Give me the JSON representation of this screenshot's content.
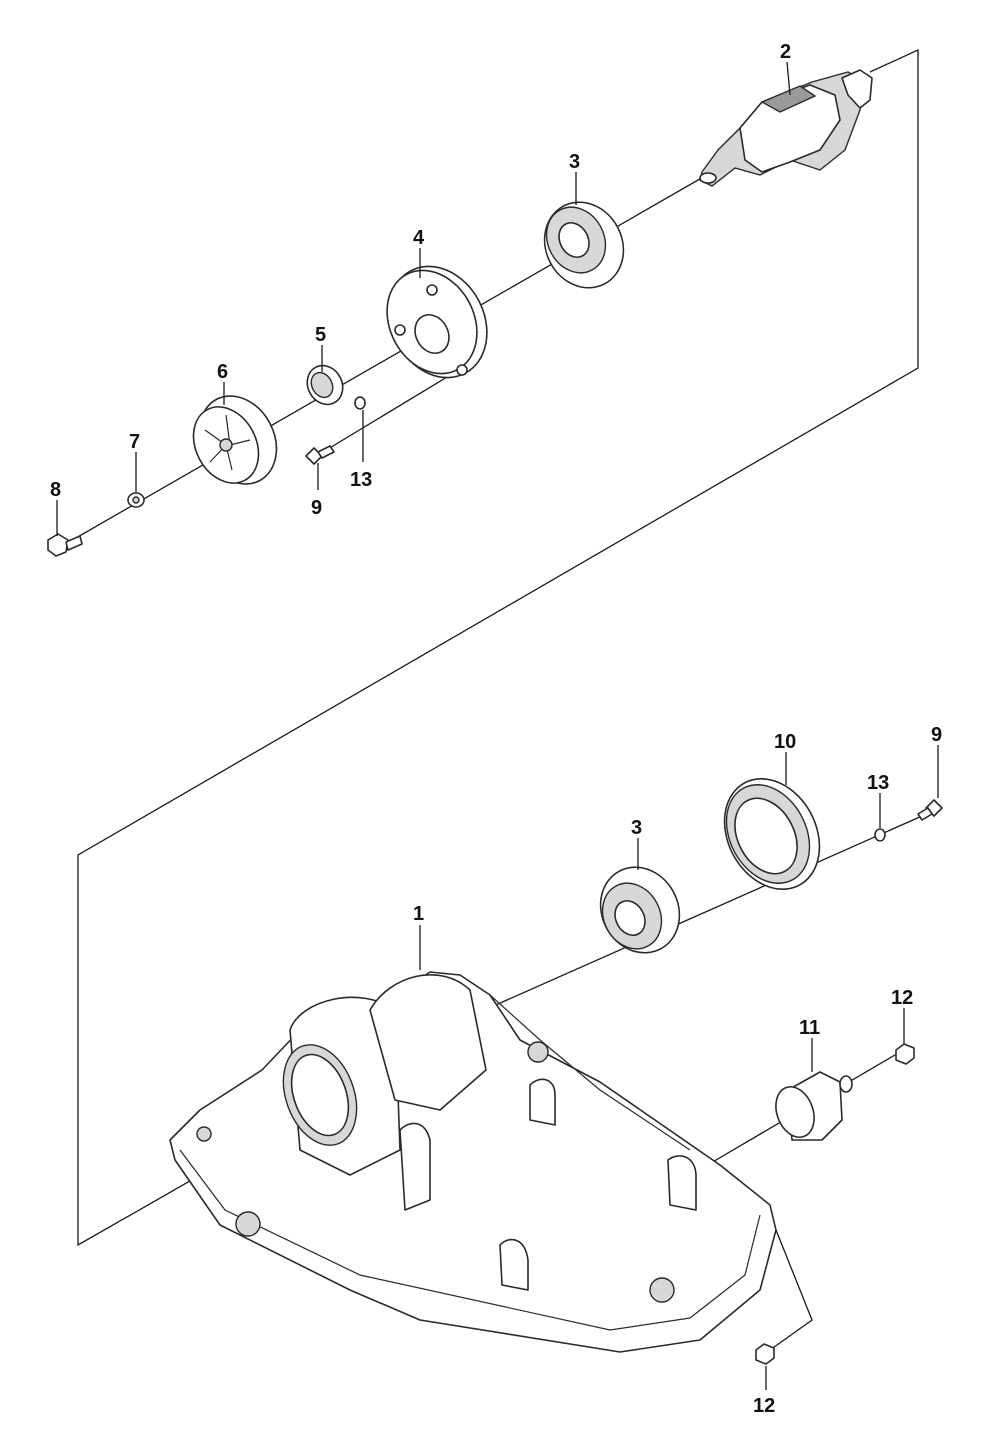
{
  "diagram": {
    "type": "exploded-parts-view",
    "callouts": [
      {
        "id": "c2",
        "label": "2",
        "part": "shaft"
      },
      {
        "id": "c3a",
        "label": "3",
        "part": "bearing"
      },
      {
        "id": "c4",
        "label": "4",
        "part": "bearing-cover"
      },
      {
        "id": "c5",
        "label": "5",
        "part": "seal-ring"
      },
      {
        "id": "c6",
        "label": "6",
        "part": "pulley"
      },
      {
        "id": "c7",
        "label": "7",
        "part": "washer"
      },
      {
        "id": "c8",
        "label": "8",
        "part": "bolt"
      },
      {
        "id": "c9a",
        "label": "9",
        "part": "screw"
      },
      {
        "id": "c13a",
        "label": "13",
        "part": "small-washer"
      },
      {
        "id": "c1",
        "label": "1",
        "part": "base-plate"
      },
      {
        "id": "c3b",
        "label": "3",
        "part": "bearing"
      },
      {
        "id": "c10",
        "label": "10",
        "part": "bearing-flange"
      },
      {
        "id": "c13b",
        "label": "13",
        "part": "small-washer"
      },
      {
        "id": "c9b",
        "label": "9",
        "part": "screw"
      },
      {
        "id": "c11",
        "label": "11",
        "part": "rubber-mount"
      },
      {
        "id": "c12a",
        "label": "12",
        "part": "nut"
      },
      {
        "id": "c12b",
        "label": "12",
        "part": "nut"
      }
    ]
  }
}
